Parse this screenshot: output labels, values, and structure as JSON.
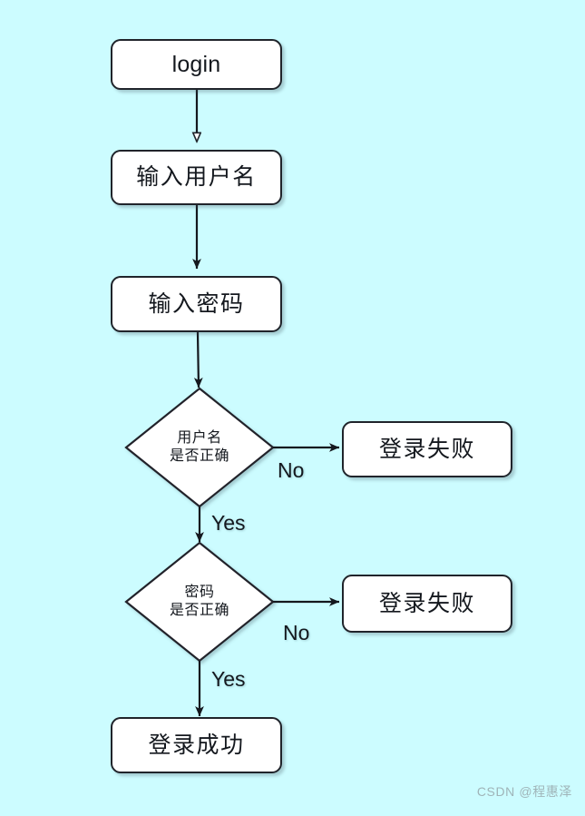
{
  "page": {
    "title": "login flowchart",
    "background_color": "#ccfcff",
    "node_fill": "#ffffff",
    "node_stroke": "#20242b",
    "text_color": "#14181e",
    "watermark": "CSDN @程惠泽"
  },
  "nodes": [
    {
      "id": "login",
      "label": "login",
      "shape": "rounded-rect",
      "script": "latin"
    },
    {
      "id": "input-user",
      "label": "输入用户名",
      "shape": "rounded-rect",
      "script": "cjk"
    },
    {
      "id": "input-pass",
      "label": "输入密码",
      "shape": "rounded-rect",
      "script": "cjk"
    },
    {
      "id": "check-user",
      "label_line1": "用户名",
      "label_line2": "是否正确",
      "shape": "diamond"
    },
    {
      "id": "fail-user",
      "label": "登录失败",
      "shape": "rounded-rect",
      "script": "cjk"
    },
    {
      "id": "check-pass",
      "label_line1": "密码",
      "label_line2": "是否正确",
      "shape": "diamond"
    },
    {
      "id": "fail-pass",
      "label": "登录失败",
      "shape": "rounded-rect",
      "script": "cjk"
    },
    {
      "id": "success",
      "label": "登录成功",
      "shape": "rounded-rect",
      "script": "cjk"
    }
  ],
  "edges": [
    {
      "id": "e1",
      "from": "login",
      "to": "input-user",
      "label": ""
    },
    {
      "id": "e2",
      "from": "input-user",
      "to": "input-pass",
      "label": ""
    },
    {
      "id": "e3",
      "from": "input-pass",
      "to": "check-user",
      "label": ""
    },
    {
      "id": "e4",
      "from": "check-user",
      "to": "fail-user",
      "label": "No"
    },
    {
      "id": "e5",
      "from": "check-user",
      "to": "check-pass",
      "label": "Yes"
    },
    {
      "id": "e6",
      "from": "check-pass",
      "to": "fail-pass",
      "label": "No"
    },
    {
      "id": "e7",
      "from": "check-pass",
      "to": "success",
      "label": "Yes"
    }
  ],
  "edge_labels": {
    "no_user": "No",
    "yes_user": "Yes",
    "no_pass": "No",
    "yes_pass": "Yes"
  }
}
